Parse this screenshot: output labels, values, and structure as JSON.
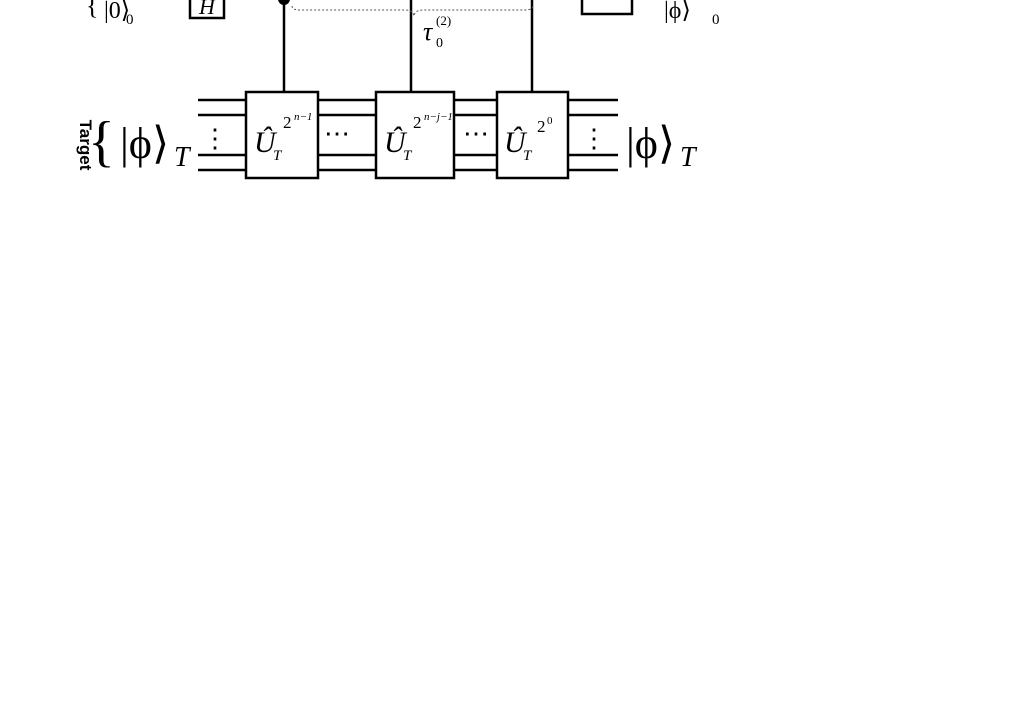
{
  "register": {
    "target_label": "Target",
    "input_state": "|ϕ⟩",
    "input_subscript": "T",
    "output_state": "|ϕ⟩",
    "output_subscript": "T"
  },
  "control": {
    "input_ket": "|0⟩",
    "input_subscript": "0",
    "hadamard": "H",
    "output_ket": "|ϕ⟩",
    "output_subscript": "0",
    "tau_symbol": "τ",
    "tau_subscript": "0",
    "tau_superscript": "(2)"
  },
  "gates": [
    {
      "op": "Û",
      "sub": "T",
      "exp": "2",
      "exp_sup": "n−1"
    },
    {
      "op": "Û",
      "sub": "T",
      "exp": "2",
      "exp_sup": "n−j−1"
    },
    {
      "op": "Û",
      "sub": "T",
      "exp": "2",
      "exp_sup": "0"
    }
  ],
  "ellipses": {
    "vertical": "⋮",
    "horizontal": "⋯"
  }
}
